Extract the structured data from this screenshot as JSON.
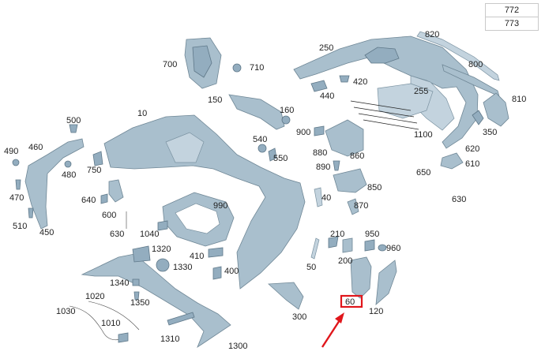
{
  "variant_table": [
    "772",
    "773"
  ],
  "labels": [
    {
      "id": "820",
      "text": "820"
    },
    {
      "id": "800",
      "text": "800"
    },
    {
      "id": "810",
      "text": "810"
    },
    {
      "id": "250",
      "text": "250"
    },
    {
      "id": "420",
      "text": "420"
    },
    {
      "id": "440",
      "text": "440"
    },
    {
      "id": "255",
      "text": "255"
    },
    {
      "id": "350",
      "text": "350"
    },
    {
      "id": "1100",
      "text": "1100"
    },
    {
      "id": "620",
      "text": "620"
    },
    {
      "id": "610",
      "text": "610"
    },
    {
      "id": "650",
      "text": "650"
    },
    {
      "id": "630b",
      "text": "630"
    },
    {
      "id": "700",
      "text": "700"
    },
    {
      "id": "710",
      "text": "710"
    },
    {
      "id": "150",
      "text": "150"
    },
    {
      "id": "160",
      "text": "160"
    },
    {
      "id": "10",
      "text": "10"
    },
    {
      "id": "500",
      "text": "500"
    },
    {
      "id": "460",
      "text": "460"
    },
    {
      "id": "490",
      "text": "490"
    },
    {
      "id": "480",
      "text": "480"
    },
    {
      "id": "470",
      "text": "470"
    },
    {
      "id": "510",
      "text": "510"
    },
    {
      "id": "450",
      "text": "450"
    },
    {
      "id": "750",
      "text": "750"
    },
    {
      "id": "640",
      "text": "640"
    },
    {
      "id": "600",
      "text": "600"
    },
    {
      "id": "630a",
      "text": "630"
    },
    {
      "id": "1040",
      "text": "1040"
    },
    {
      "id": "990",
      "text": "990"
    },
    {
      "id": "540",
      "text": "540"
    },
    {
      "id": "550",
      "text": "550"
    },
    {
      "id": "900",
      "text": "900"
    },
    {
      "id": "880",
      "text": "880"
    },
    {
      "id": "890",
      "text": "890"
    },
    {
      "id": "860",
      "text": "860"
    },
    {
      "id": "850",
      "text": "850"
    },
    {
      "id": "40",
      "text": "40"
    },
    {
      "id": "870",
      "text": "870"
    },
    {
      "id": "210",
      "text": "210"
    },
    {
      "id": "950",
      "text": "950"
    },
    {
      "id": "960",
      "text": "960"
    },
    {
      "id": "200",
      "text": "200"
    },
    {
      "id": "50",
      "text": "50"
    },
    {
      "id": "1320",
      "text": "1320"
    },
    {
      "id": "1330",
      "text": "1330"
    },
    {
      "id": "410",
      "text": "410"
    },
    {
      "id": "400",
      "text": "400"
    },
    {
      "id": "1340",
      "text": "1340"
    },
    {
      "id": "1350",
      "text": "1350"
    },
    {
      "id": "1020",
      "text": "1020"
    },
    {
      "id": "1030",
      "text": "1030"
    },
    {
      "id": "1010",
      "text": "1010"
    },
    {
      "id": "1310",
      "text": "1310"
    },
    {
      "id": "1300",
      "text": "1300"
    },
    {
      "id": "300",
      "text": "300"
    },
    {
      "id": "60",
      "text": "60"
    },
    {
      "id": "120",
      "text": "120"
    }
  ],
  "highlight": {
    "label": "60",
    "color": "#e0161b"
  },
  "colors": {
    "part": "#a9bfcd",
    "arrow": "#e0161b"
  }
}
